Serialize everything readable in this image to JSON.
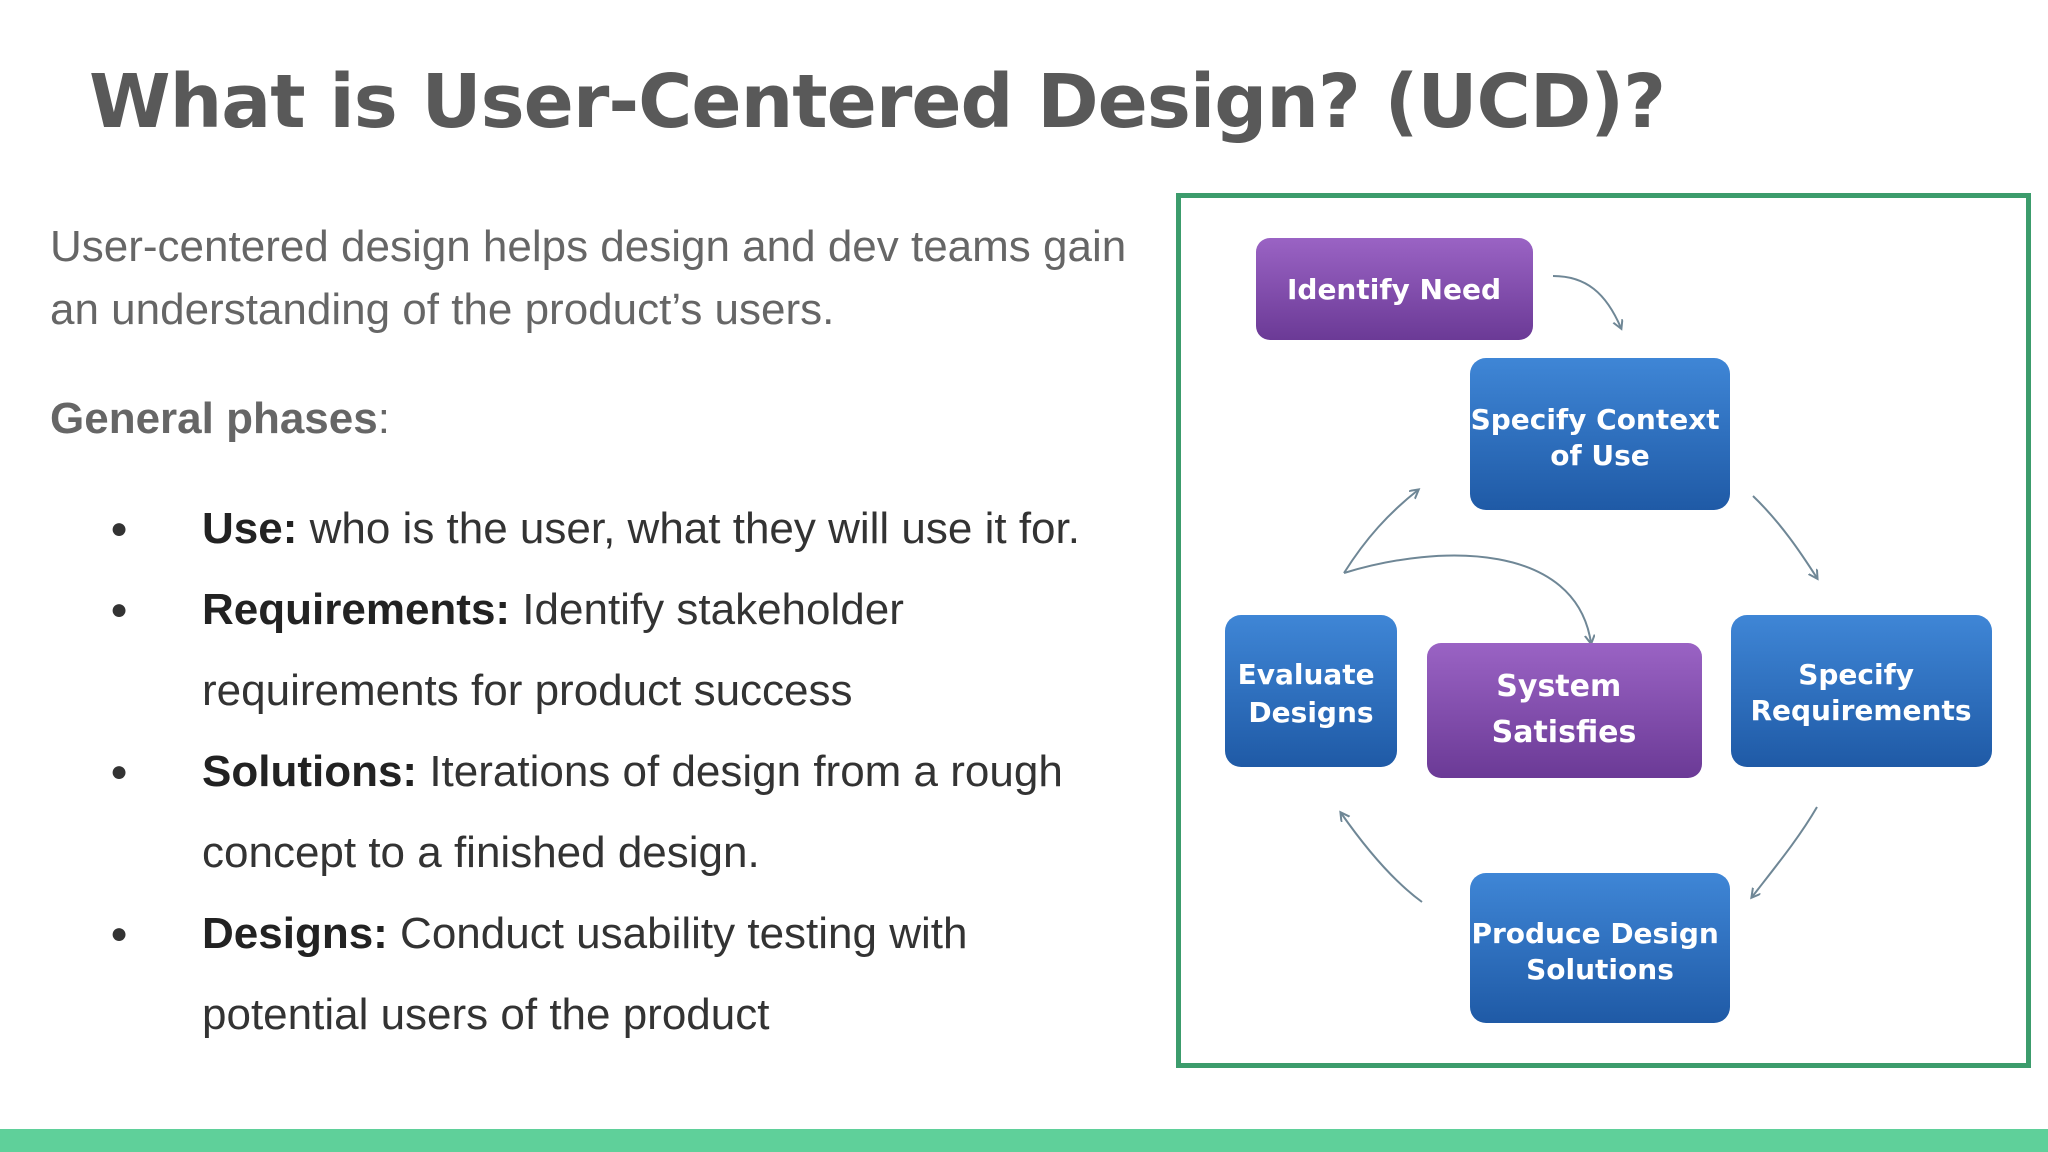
{
  "slide": {
    "title": "What is User-Centered Design? (UCD)?",
    "intro": "User-centered design helps design and dev teams gain an understanding of the product’s users.",
    "phases_label": "General phases",
    "phases_colon": ":",
    "bullet_glyph": "●",
    "phases": [
      {
        "term": "Use:",
        "text": " who is the user, what they will use it for."
      },
      {
        "term": "Requirements:",
        "text": " Identify stakeholder requirements for product success"
      },
      {
        "term": "Solutions:",
        "text": " Iterations of design from a rough concept to a finished design."
      },
      {
        "term": "Designs:",
        "text": " Conduct usability testing with potential users of the product"
      }
    ]
  },
  "diagram": {
    "nodes": {
      "identify_need": [
        "Identify Need"
      ],
      "specify_context": [
        "Specify Context",
        "of Use"
      ],
      "evaluate_designs": [
        "Evaluate",
        "Designs"
      ],
      "system_satisfies": [
        "System",
        "Satisfies"
      ],
      "specify_requirements": [
        "Specify",
        "Requirements"
      ],
      "produce_design": [
        "Produce Design",
        "Solutions"
      ]
    },
    "colors": {
      "purple": "#7d46a8",
      "blue": "#2c6fc0",
      "arrow": "#6f8796",
      "frame": "#3c9c6c"
    }
  },
  "colors": {
    "title": "#595959",
    "body": "#666666",
    "list": "#333333",
    "footer": "#5fd09a"
  }
}
